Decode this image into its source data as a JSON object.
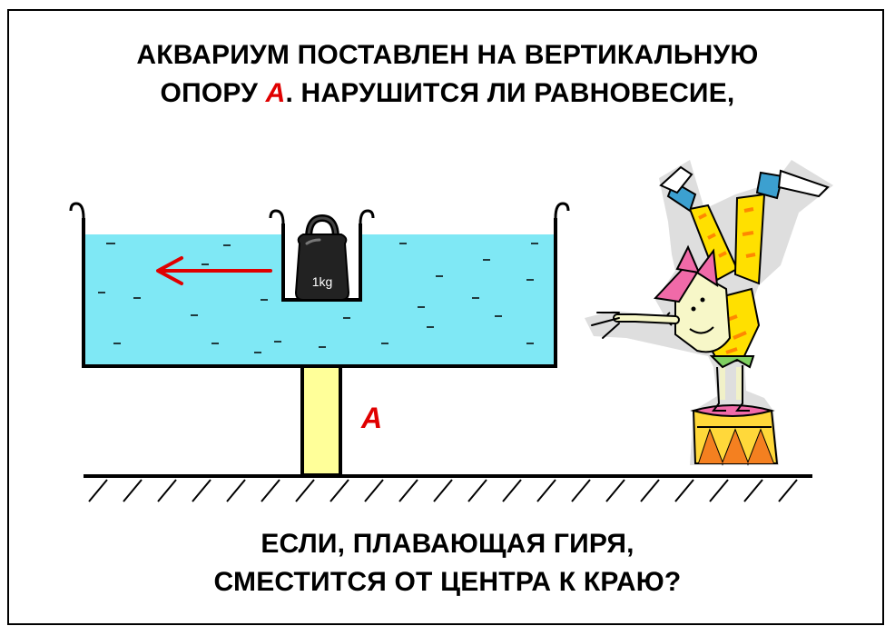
{
  "question": {
    "line1": "АКВАРИУМ ПОСТАВЛЕН НА ВЕРТИКАЛЬНУЮ",
    "line2_before": "ОПОРУ ",
    "line2_accent": "А",
    "line2_after": ". НАРУШИТСЯ ЛИ РАВНОВЕСИЕ,",
    "line3": "ЕСЛИ, ПЛАВАЮЩАЯ ГИРЯ,",
    "line4": "СМЕСТИТСЯ ОТ ЦЕНТРА К КРАЮ?"
  },
  "diagram": {
    "weight_label": "1kg",
    "support_label": "А"
  },
  "colors": {
    "water": "#7fe8f5",
    "support": "#ffff99",
    "accent": "#e00000",
    "arrow": "#e00000",
    "outline": "#000000"
  },
  "icons": {
    "weight": "kettlebell-icon",
    "acrobat": "clown-acrobat-illustration"
  }
}
